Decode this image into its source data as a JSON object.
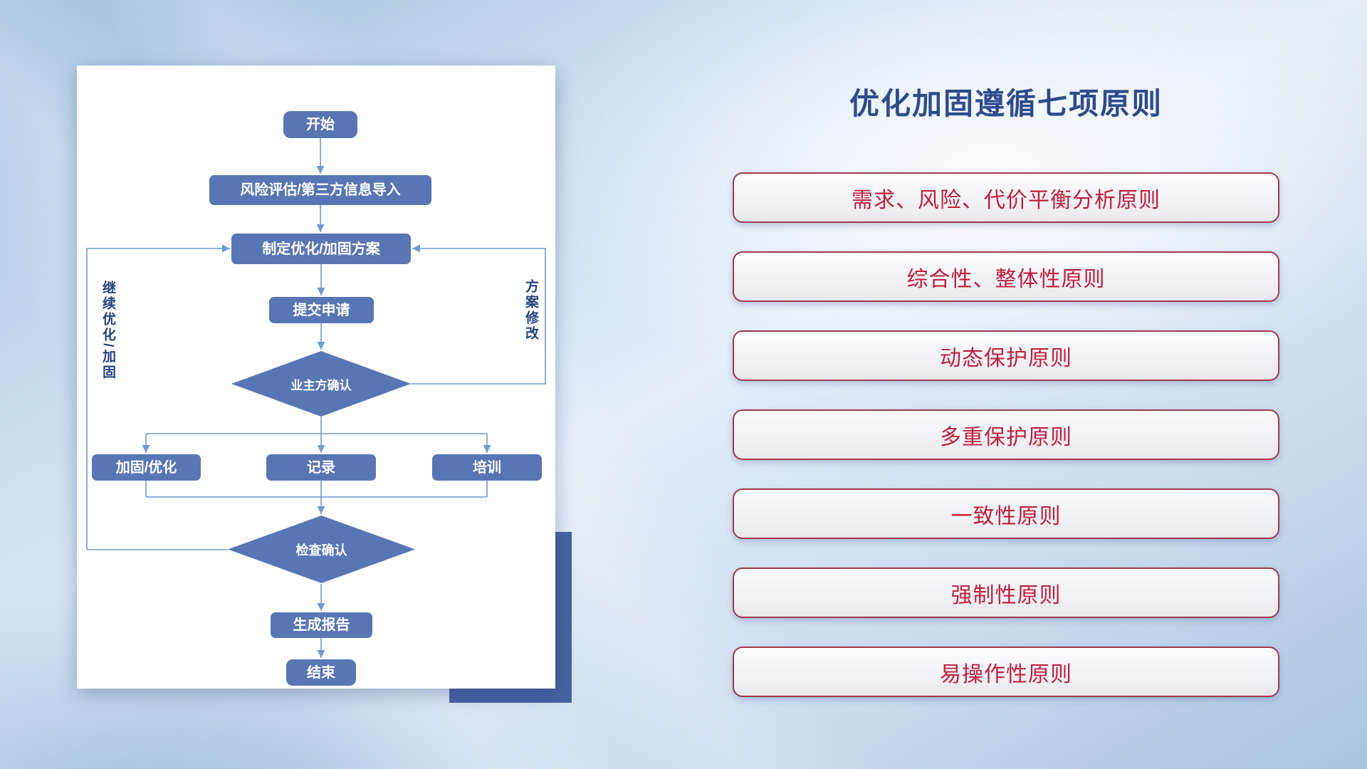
{
  "title": "优化加固遵循七项原则",
  "flowchart": {
    "nodes": {
      "start": "开始",
      "risk_import": "风险评估/第三方信息导入",
      "make_plan": "制定优化/加固方案",
      "submit": "提交申请",
      "owner_confirm": "业主方确认",
      "reinforce": "加固/优化",
      "record": "记录",
      "training": "培训",
      "check_confirm": "检查确认",
      "report": "生成报告",
      "end": "结束"
    },
    "labels": {
      "continue_loop": "继续优化/加固",
      "revise_plan": "方案修改"
    }
  },
  "principles": [
    "需求、风险、代价平衡分析原则",
    "综合性、整体性原则",
    "动态保护原则",
    "多重保护原则",
    "一致性原则",
    "强制性原则",
    "易操作性原则"
  ],
  "colors": {
    "node_blue": "#5876b4",
    "connector_blue": "#6f9ad0",
    "title_blue": "#2e4c8c",
    "principle_text_red": "#c01e3c",
    "principle_border_red": "#a03a4e",
    "accent_navy": "#45629f"
  }
}
